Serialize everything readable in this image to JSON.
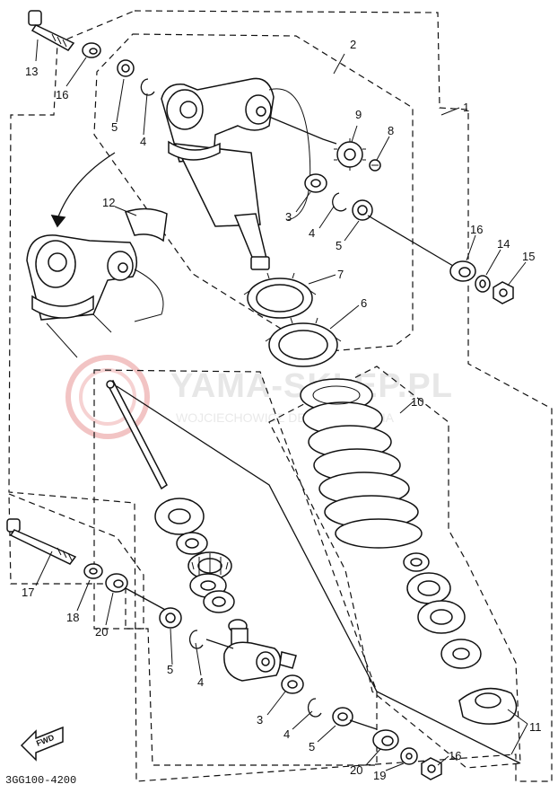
{
  "watermark": {
    "brand": "YAMA-SKLEP.PL",
    "subtitle": "WOJCIECHOWICZ DEALER YAMAHA",
    "logo_color": "#f2b8b8"
  },
  "part_code": "3GG100-4200",
  "fwd_label": "FWD",
  "callouts": {
    "c1": "1",
    "c2": "2",
    "c3a": "3",
    "c3b": "3",
    "c4a": "4",
    "c4b": "4",
    "c4c": "4",
    "c4d": "4",
    "c5a": "5",
    "c5b": "5",
    "c5c": "5",
    "c5d": "5",
    "c6": "6",
    "c7": "7",
    "c8": "8",
    "c9": "9",
    "c10": "10",
    "c11": "11",
    "c12": "12",
    "c13": "13",
    "c14": "14",
    "c15": "15",
    "c16a": "16",
    "c16b": "16",
    "c16c": "16",
    "c17": "17",
    "c18": "18",
    "c19": "19",
    "c20a": "20",
    "c20b": "20"
  }
}
